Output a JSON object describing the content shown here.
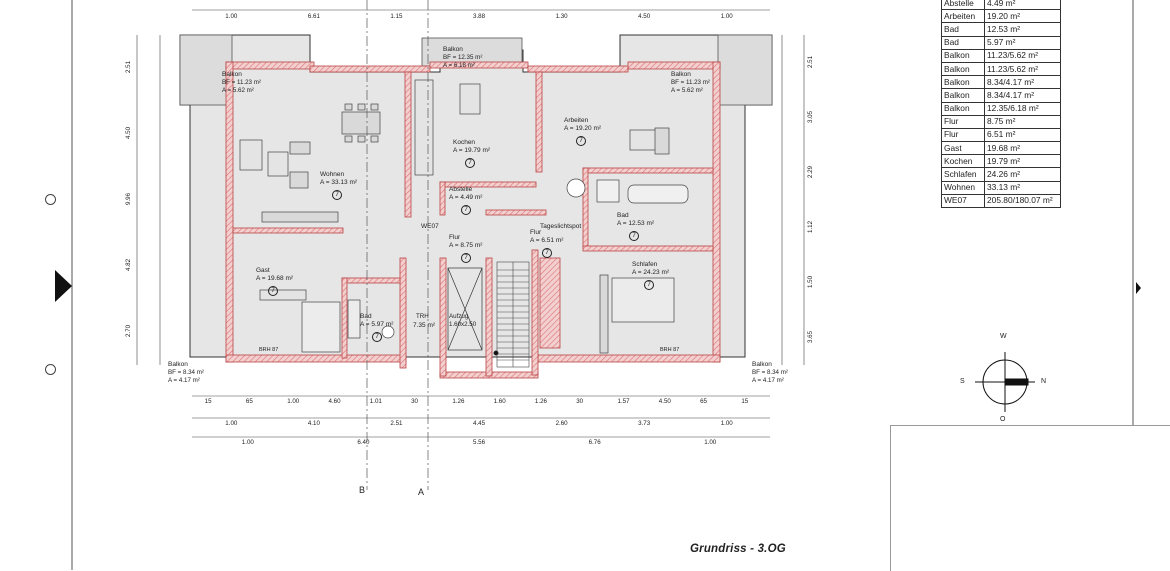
{
  "caption": "Grundriss - 3.OG",
  "legend": [
    {
      "name": "Abstelle",
      "value": "4.49 m²"
    },
    {
      "name": "Arbeiten",
      "value": "19.20 m²"
    },
    {
      "name": "Bad",
      "value": "12.53 m²"
    },
    {
      "name": "Bad",
      "value": "5.97 m²"
    },
    {
      "name": "Balkon",
      "value": "11.23/5.62 m²"
    },
    {
      "name": "Balkon",
      "value": "11.23/5.62 m²"
    },
    {
      "name": "Balkon",
      "value": "8.34/4.17 m²"
    },
    {
      "name": "Balkon",
      "value": "8.34/4.17 m²"
    },
    {
      "name": "Balkon",
      "value": "12.35/6.18 m²"
    },
    {
      "name": "Flur",
      "value": "8.75 m²"
    },
    {
      "name": "Flur",
      "value": "6.51 m²"
    },
    {
      "name": "Gast",
      "value": "19.68 m²"
    },
    {
      "name": "Kochen",
      "value": "19.79 m²"
    },
    {
      "name": "Schlafen",
      "value": "24.26 m²"
    },
    {
      "name": "Wohnen",
      "value": "33.13 m²"
    },
    {
      "name": "WE07",
      "value": "205.80/180.07 m²"
    }
  ],
  "rooms": [
    {
      "name": "Wohnen",
      "area": "A = 33.13 m²",
      "num": "7"
    },
    {
      "name": "Kochen",
      "area": "A = 19.79 m²",
      "num": "7"
    },
    {
      "name": "Arbeiten",
      "area": "A = 19.20 m²",
      "num": "7"
    },
    {
      "name": "Abstelle",
      "area": "A = 4.49 m²",
      "num": "7"
    },
    {
      "name": "Flur",
      "area": "A = 8.75 m²",
      "num": "7"
    },
    {
      "name": "Flur",
      "area": "A = 6.51 m²",
      "num": "7"
    },
    {
      "name": "Bad",
      "area": "A = 12.53 m²",
      "num": "7"
    },
    {
      "name": "Gast",
      "area": "A = 19.68 m²",
      "num": "7"
    },
    {
      "name": "Bad",
      "area": "A = 5.97 m²",
      "num": "7"
    },
    {
      "name": "Schlafen",
      "area": "A = 24.23 m²",
      "num": "7"
    }
  ],
  "balconies": [
    {
      "name": "Balkon",
      "bf": "BF = 11.23 m²",
      "area": "A = 5.62 m²"
    },
    {
      "name": "Balkon",
      "bf": "BF = 12.35 m²",
      "area": "A = 6.18 m²"
    },
    {
      "name": "Balkon",
      "bf": "BF = 11.23 m²",
      "area": "A = 5.62 m²"
    },
    {
      "name": "Balkon",
      "bf": "BF = 8.34 m²",
      "area": "A = 4.17 m²"
    },
    {
      "name": "Balkon",
      "bf": "BF = 8.34 m²",
      "area": "A = 4.17 m²"
    }
  ],
  "labels": {
    "we07": "WE07",
    "tageslichtspot": "Tageslichtspot",
    "aufzug": "Aufzug",
    "aufzug_size": "1.60x2.50",
    "trh": "TRH",
    "trh_area": "7.35 m²",
    "brh": "BRH 87",
    "section_a": "A",
    "section_b": "B",
    "compass": {
      "n": "N",
      "s": "S",
      "w": "W",
      "o": "O"
    }
  },
  "dims_top": [
    "1.00",
    "6.61",
    "1.15",
    "3.88",
    "1.30",
    "4.50",
    "1.00"
  ],
  "dims_bottom_1": [
    "15",
    "65",
    "1.00",
    "4.60",
    "1.01",
    "30",
    "1.26",
    "1.60",
    "1.26",
    "30",
    "1.57",
    "4.50",
    "65",
    "15"
  ],
  "dims_bottom_2": [
    "1.00",
    "4.10",
    "2.51",
    "4.45",
    "2.60",
    "3.73",
    "1.00"
  ],
  "dims_bottom_3": [
    "1.00",
    "6.40",
    "5.56",
    "6.76",
    "1.00"
  ],
  "dims_left": [
    "2.51",
    "4.50",
    "9.96",
    "4.82",
    "2.70"
  ],
  "dims_right": [
    "2.51",
    "3.05",
    "2.29",
    "1.12",
    "1.50",
    "3.65"
  ]
}
